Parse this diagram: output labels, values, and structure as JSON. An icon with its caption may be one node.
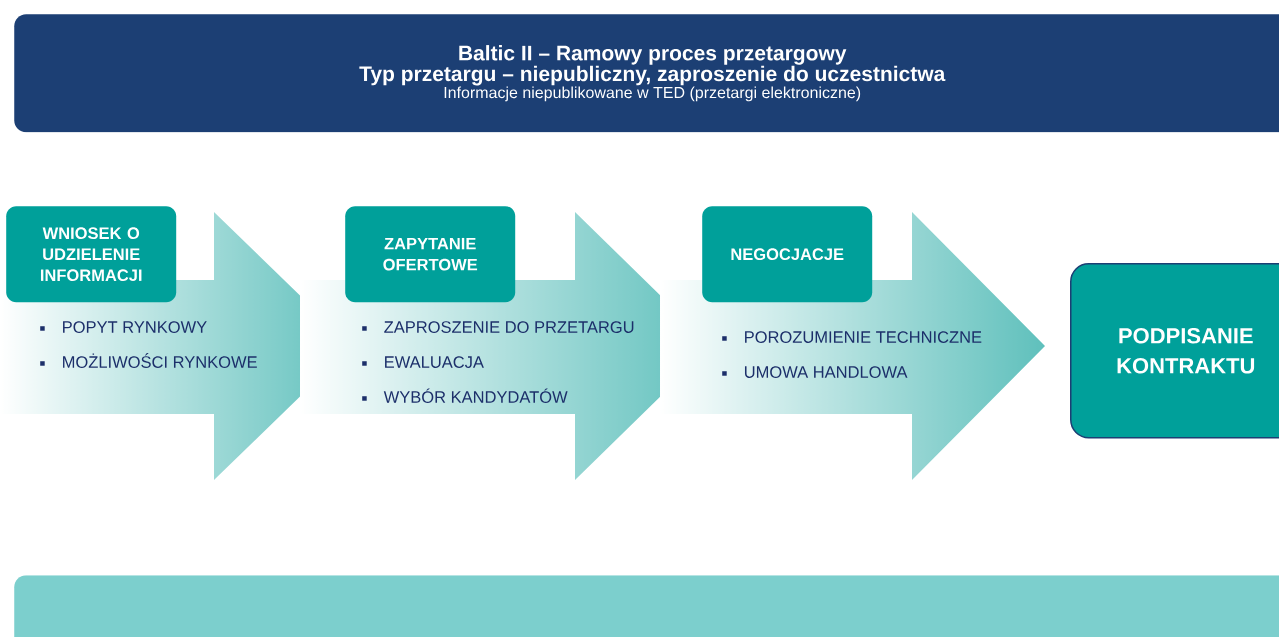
{
  "diagram": {
    "nodes": [
      {
        "text": [
          "Baltic II – Ramowy proces przetargowy",
          "Typ przetargu – niepubliczny, zaproszenie do uczestnictwa",
          "Informacje niepublikowane w TED (przetargi elektroniczne)"
        ]
      },
      {
        "text": [
          "WNIOSEK O UDZIELENIE INFORMACJI"
        ]
      },
      {
        "text": [
          "POPYT RYNKOWY",
          "MOŻLIWOŚCI RYNKOWE"
        ]
      },
      {
        "text": [
          "ZAPYTANIE OFERTOWE"
        ]
      },
      {
        "text": [
          "ZAPROSZENIE DO PRZETARGU",
          "EWALUACJA",
          "WYBÓR KANDYDATÓW"
        ]
      },
      {
        "text": [
          "NEGOCJACJE"
        ]
      },
      {
        "text": [
          "POROZUMIENIE TECHNICZNE",
          "UMOWA HANDLOWA"
        ]
      },
      {
        "text": [
          "PODPISANIE KONTRAKTU"
        ]
      },
      {
        "text": [],
        "shape": "bar"
      }
    ]
  }
}
